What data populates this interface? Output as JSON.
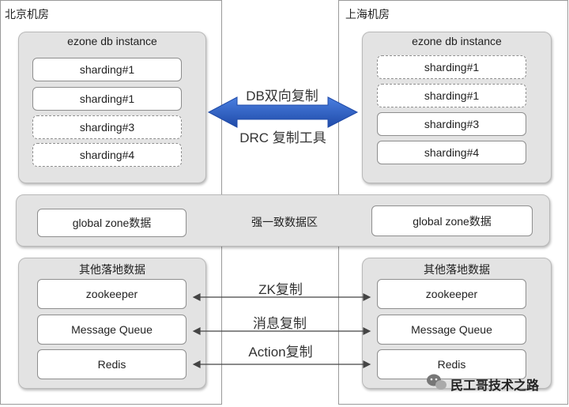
{
  "beijing": {
    "region_title": "北京机房",
    "db_panel_title": "ezone db instance",
    "shards": [
      "sharding#1",
      "sharding#1",
      "sharding#3",
      "sharding#4"
    ],
    "global_box": "global zone数据",
    "other_title": "其他落地数据",
    "other_items": [
      "zookeeper",
      "Message Queue",
      "Redis"
    ]
  },
  "shanghai": {
    "region_title": "上海机房",
    "db_panel_title": "ezone db instance",
    "shards": [
      "sharding#1",
      "sharding#1",
      "sharding#3",
      "sharding#4"
    ],
    "global_box": "global zone数据",
    "other_title": "其他落地数据",
    "other_items": [
      "zookeeper",
      "Message Queue",
      "Redis"
    ]
  },
  "replication": {
    "db_label": "DB双向复制",
    "drc_label": "DRC 复制工具",
    "zk_label": "ZK复制",
    "mq_label": "消息复制",
    "action_label": "Action复制"
  },
  "global_zone": {
    "label": "强一致数据区"
  },
  "watermark": {
    "text": "民工哥技术之路"
  },
  "colors": {
    "arrow_blue": "#2f5fc4",
    "panel_gray": "#e3e3e3"
  }
}
